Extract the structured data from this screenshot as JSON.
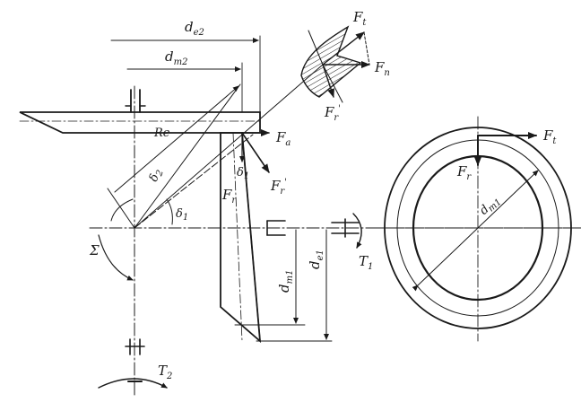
{
  "labels": {
    "de2": {
      "main": "d",
      "sub": "e2"
    },
    "dm2": {
      "main": "d",
      "sub": "m2"
    },
    "Ft_top": {
      "main": "F",
      "sub": "t"
    },
    "Fn": {
      "main": "F",
      "sub": "n"
    },
    "Fr_prime_top": {
      "main": "F",
      "sub": "r",
      "prime": "'"
    },
    "Fa": {
      "main": "F",
      "sub": "a"
    },
    "Fr_prime": {
      "main": "F",
      "sub": "r",
      "prime": "'"
    },
    "Re": "Re",
    "delta2": {
      "main": "δ",
      "sub": "2"
    },
    "delta1_left": {
      "main": "δ",
      "sub": "1"
    },
    "delta1_mid": {
      "main": "δ",
      "sub": "1"
    },
    "Fr_left": {
      "main": "F",
      "sub": "r"
    },
    "Sigma": "Σ",
    "T1": {
      "main": "T",
      "sub": "1"
    },
    "T2": {
      "main": "T",
      "sub": "2"
    },
    "dm1": {
      "main": "d",
      "sub": "m1"
    },
    "de1": {
      "main": "d",
      "sub": "e1"
    },
    "Ft_right": {
      "main": "F",
      "sub": "t"
    },
    "Fr_right": {
      "main": "F",
      "sub": "r"
    },
    "dm1_circle": {
      "main": "d",
      "sub": "m1"
    }
  },
  "colors": {
    "ink": "#1a1a1a",
    "paper": "#ffffff"
  }
}
